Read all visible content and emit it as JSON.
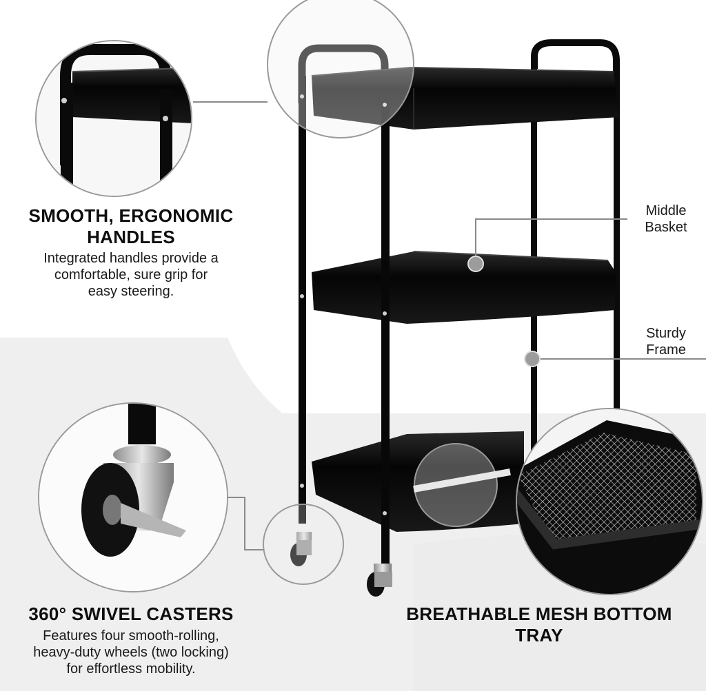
{
  "features": {
    "handles": {
      "title_line1": "SMOOTH, ERGONOMIC",
      "title_line2": "HANDLES",
      "desc_line1": "Integrated handles provide a",
      "desc_line2": "comfortable, sure grip for",
      "desc_line3": "easy steering."
    },
    "casters": {
      "title": "360° SWIVEL CASTERS",
      "desc_line1": "Features four smooth-rolling,",
      "desc_line2": "heavy-duty wheels (two locking)",
      "desc_line3": "for effortless mobility."
    },
    "mesh": {
      "title": "BREATHABLE MESH BOTTOM TRAY"
    }
  },
  "callouts": {
    "middle_basket_line1": "Middle",
    "middle_basket_line2": "Basket",
    "sturdy_frame_line1": "Sturdy",
    "sturdy_frame_line2": "Frame"
  },
  "colors": {
    "product": "#0b0b0b",
    "accent_gray": "#8a8a8a",
    "floor": "#efefef"
  }
}
